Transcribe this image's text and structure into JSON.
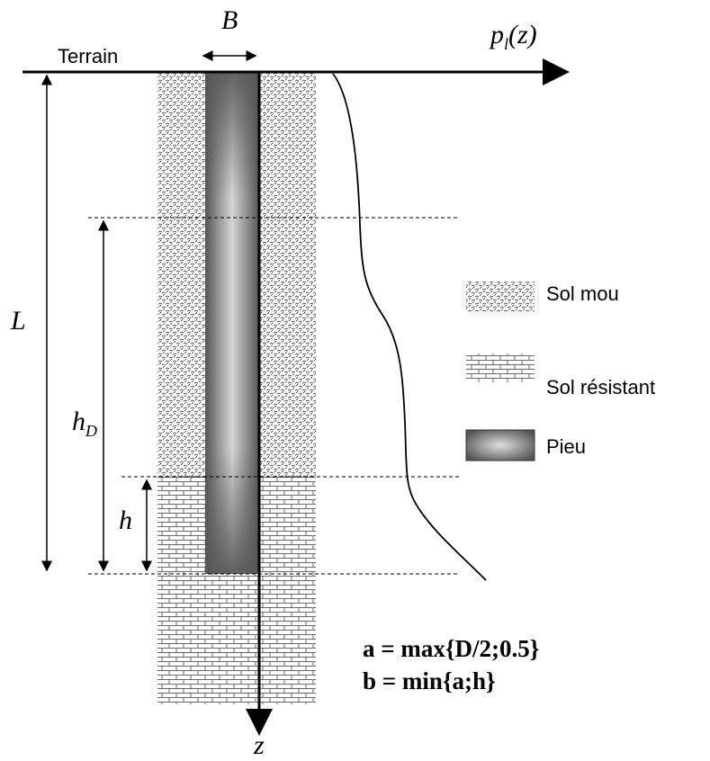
{
  "labels": {
    "terrain": "Terrain",
    "B": "B",
    "pl_main": "p",
    "pl_sub": "l",
    "pl_arg": "(z)",
    "L": "L",
    "hD_main": "h",
    "hD_sub": "D",
    "h": "h",
    "z": "z"
  },
  "legend": [
    {
      "label": "Sol mou",
      "icon": "soft-soil-pattern"
    },
    {
      "label": "Sol résistant",
      "icon": "resistant-soil-pattern"
    },
    {
      "label": "Pieu",
      "icon": "pile-gradient"
    }
  ],
  "formulas": {
    "a": "a = max{D/2;0.5}",
    "b": "b = min{a;h}"
  },
  "colors": {
    "line": "#000000",
    "pile_dark": "#555555",
    "pile_light": "#d6d6d6",
    "soil_bg": "#ffffff"
  }
}
